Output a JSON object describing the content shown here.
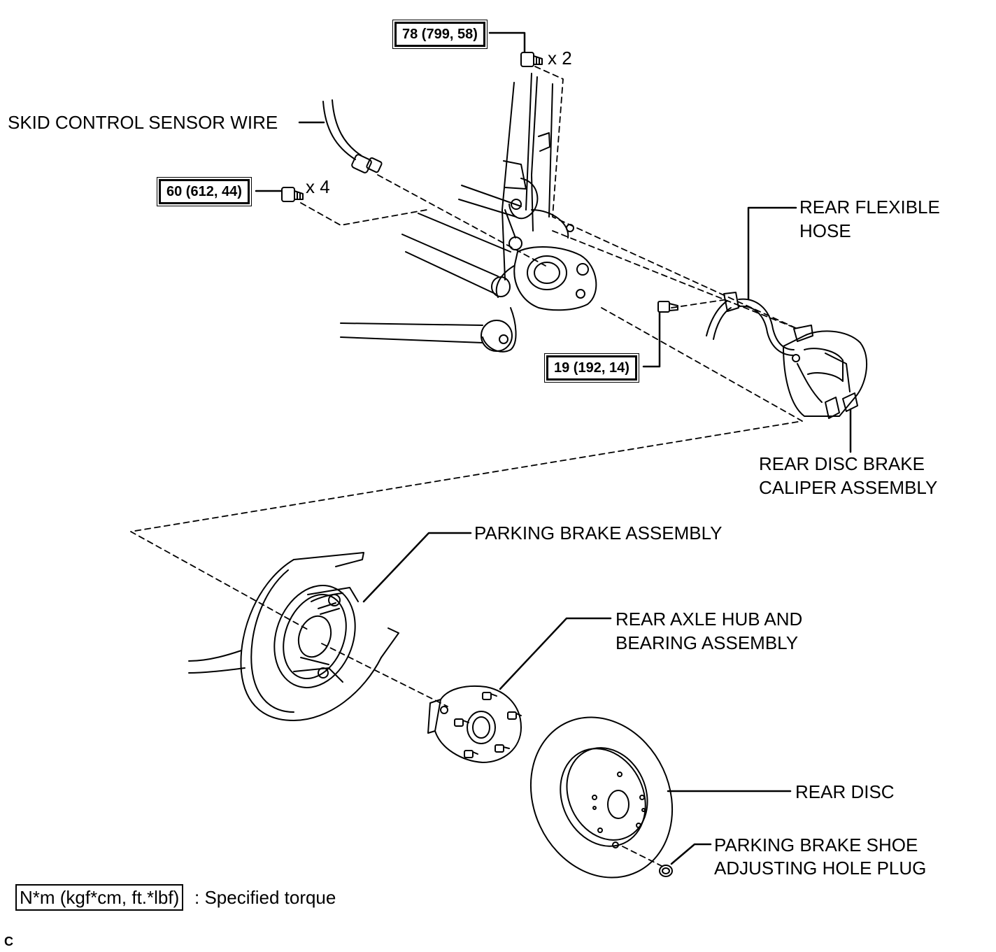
{
  "labels": {
    "skid_wire": "SKID CONTROL SENSOR WIRE",
    "flexible_hose_l1": "REAR FLEXIBLE",
    "flexible_hose_l2": "HOSE",
    "caliper_l1": "REAR DISC BRAKE",
    "caliper_l2": "CALIPER ASSEMBLY",
    "parking_brake": "PARKING BRAKE ASSEMBLY",
    "hub_l1": "REAR AXLE HUB AND",
    "hub_l2": "BEARING ASSEMBLY",
    "disc": "REAR DISC",
    "plug_l1": "PARKING BRAKE SHOE",
    "plug_l2": "ADJUSTING HOLE PLUG"
  },
  "torques": {
    "bracket_bolt": "78 (799, 58)",
    "hub_bolt": "60 (612, 44)",
    "hose_bolt": "19 (192, 14)"
  },
  "counts": {
    "bracket_bolt": "x 2",
    "hub_bolt": "x 4"
  },
  "legend": {
    "unit": "N*m (kgf*cm, ft.*lbf)",
    "text": ": Specified torque"
  },
  "corner_mark": "C"
}
